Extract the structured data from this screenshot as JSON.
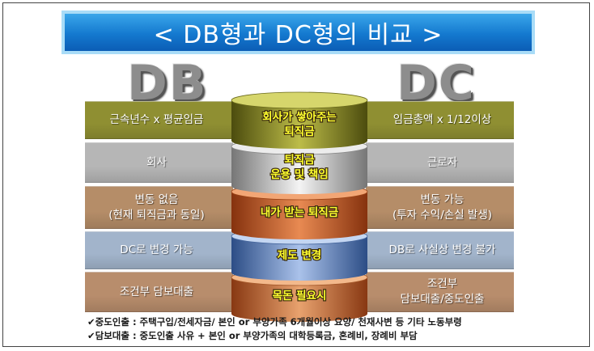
{
  "title": "< DB형과 DC형의 비교 >",
  "headers": {
    "left": "DB",
    "right": "DC"
  },
  "rows": [
    {
      "left": [
        "근속년수 x 평균임금"
      ],
      "center": [
        "회사가 쌓아주는",
        "퇴직금"
      ],
      "right": [
        "임금총액 x 1/12이상"
      ]
    },
    {
      "left": [
        "회사"
      ],
      "center": [
        "퇴직금",
        "운용 및 책임"
      ],
      "right": [
        "근로자"
      ]
    },
    {
      "left": [
        "변동 없음",
        "(현재 퇴직금과 동일)"
      ],
      "center": [
        "내가 받는 퇴직금"
      ],
      "right": [
        "변동 가능",
        "(투자 수익/손실 발생)"
      ]
    },
    {
      "left": [
        "DC로 변경 가능"
      ],
      "center": [
        "제도 변경"
      ],
      "right": [
        "DB로 사실상 변경 불가"
      ]
    },
    {
      "left": [
        "조건부 담보대출"
      ],
      "center": [
        "목돈 필요시"
      ],
      "right": [
        "조건부",
        "담보대출/중도인출"
      ]
    }
  ],
  "footnotes": [
    "✔중도인출 : 주택구입/전세자금/ 본인 or 부양가족 6개월이상 요양/ 천재사변 등 기타 노동부령",
    "✔담보대출 : 중도인출 사유 + 본인 or 부양가족의 대학등록금, 혼례비, 장례비 부담"
  ],
  "colors": {
    "row_fills": [
      "#8f8f32",
      "#b6b6b6",
      "#b58d68",
      "#a2b4cb",
      "#b88d6c"
    ],
    "title_blue": "#1479cf",
    "cylinder_text": "#ffff2e"
  }
}
